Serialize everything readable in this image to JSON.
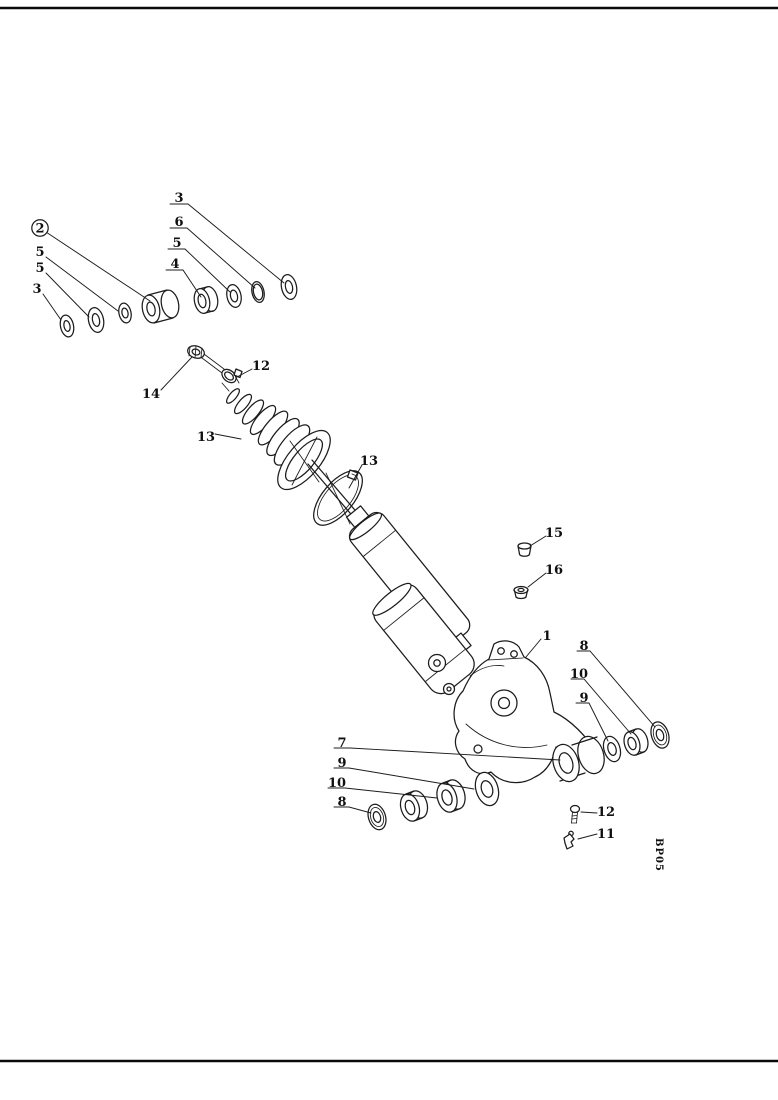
{
  "fig": {
    "kind": "exploded-parts-diagram",
    "background_color": "#ffffff",
    "line_color": "#1c1c1c",
    "drawing_code": "BP05",
    "callouts": {
      "circled_2": "2",
      "left_5_upper": "5",
      "left_5_lower": "5",
      "left_3": "3",
      "top_3": "3",
      "top_6": "6",
      "top_5": "5",
      "top_4": "4",
      "num_14": "14",
      "num_12_boot": "12",
      "num_13_boot": "13",
      "num_13_ring": "13",
      "num_15": "15",
      "num_16": "16",
      "num_1": "1",
      "right_8": "8",
      "right_10": "10",
      "right_9": "9",
      "num_7": "7",
      "lower_9": "9",
      "lower_10": "10",
      "lower_8": "8",
      "num_12_bolt": "12",
      "num_11": "11"
    }
  }
}
